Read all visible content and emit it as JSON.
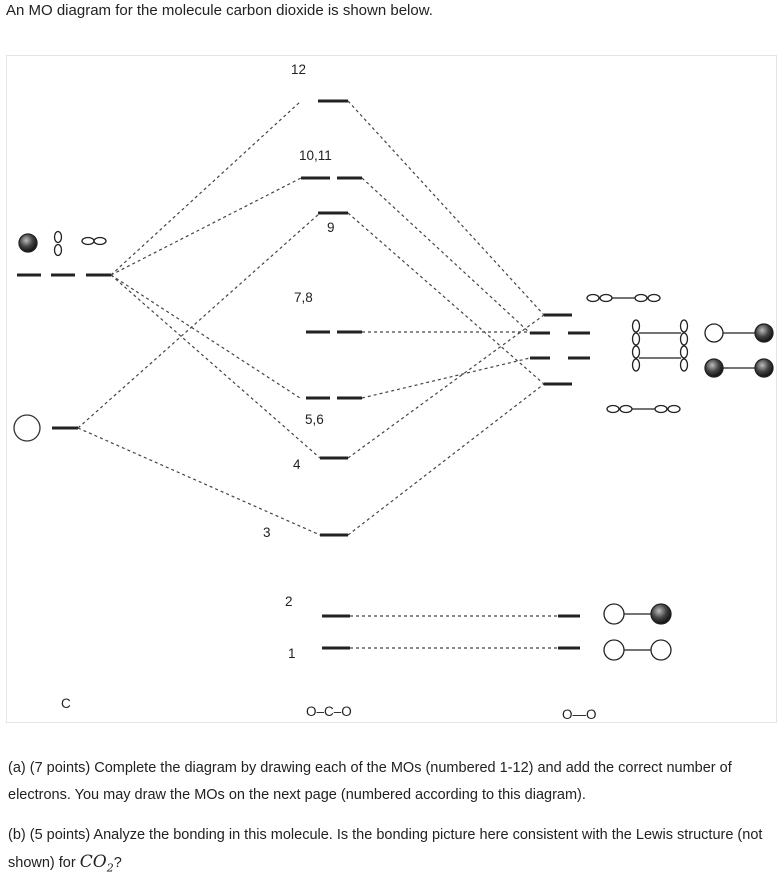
{
  "intro_text": "An MO diagram for the molecule carbon dioxide is shown below.",
  "diagram": {
    "levels": [
      {
        "id": "12",
        "label": "12"
      },
      {
        "id": "10_11",
        "label": "10,11"
      },
      {
        "id": "9",
        "label": "9"
      },
      {
        "id": "7_8",
        "label": "7,8"
      },
      {
        "id": "5_6",
        "label": "5,6"
      },
      {
        "id": "4",
        "label": "4"
      },
      {
        "id": "3",
        "label": "3"
      },
      {
        "id": "2",
        "label": "2"
      },
      {
        "id": "1",
        "label": "1"
      }
    ],
    "left_label": "C",
    "center_label": "O–C–O",
    "right_label": "O—O"
  },
  "questions": {
    "a": "(a) (7 points) Complete the diagram by drawing each of the MOs (numbered 1-12) and add the correct number of electrons. You may draw the MOs on the next page (numbered according to this diagram).",
    "b_text": "(b) (5 points) Analyze the bonding in this molecule. Is the bonding picture here consistent with the Lewis structure (not shown) for ",
    "b_formula_main": "CO",
    "b_formula_sub": "2",
    "b_end": "?"
  },
  "colors": {
    "line": "#333333",
    "orbital_fill": "#555555"
  }
}
